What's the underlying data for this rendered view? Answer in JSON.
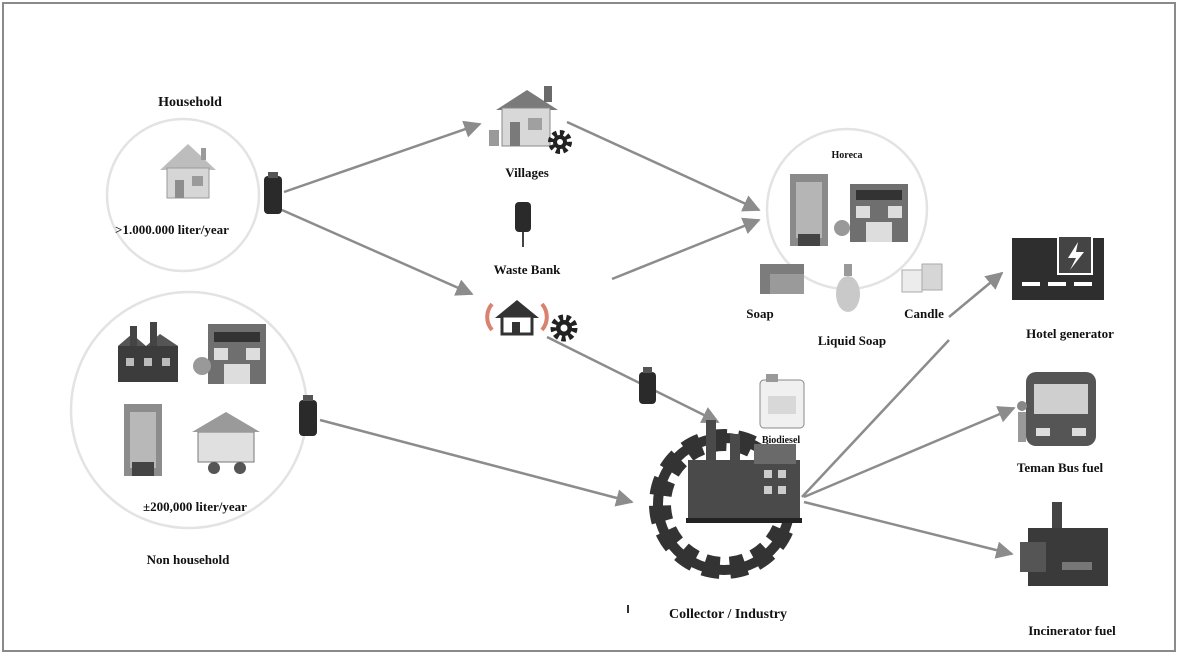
{
  "household": {
    "title": "Household",
    "volume": ">1.000.000 liter/year"
  },
  "non_household": {
    "title": "Non household",
    "volume": "±200,000 liter/year"
  },
  "villages": {
    "label": "Villages"
  },
  "waste_bank": {
    "label": "Waste Bank"
  },
  "horeca": {
    "title": "Horeca",
    "products": [
      "Soap",
      "Liquid Soap",
      "Candle"
    ]
  },
  "collector": {
    "label": "Collector / Industry",
    "product": "Biodiesel"
  },
  "uses": {
    "hotel_generator": "Hotel generator",
    "teman_bus": "Teman Bus fuel",
    "incinerator": "Incinerator fuel"
  },
  "colors": {
    "arrow": "#8c8c8c",
    "circle": "#e3e3e3",
    "dark": "#2a2a2a",
    "mid": "#6f6f6f",
    "light": "#bdbdbd"
  }
}
